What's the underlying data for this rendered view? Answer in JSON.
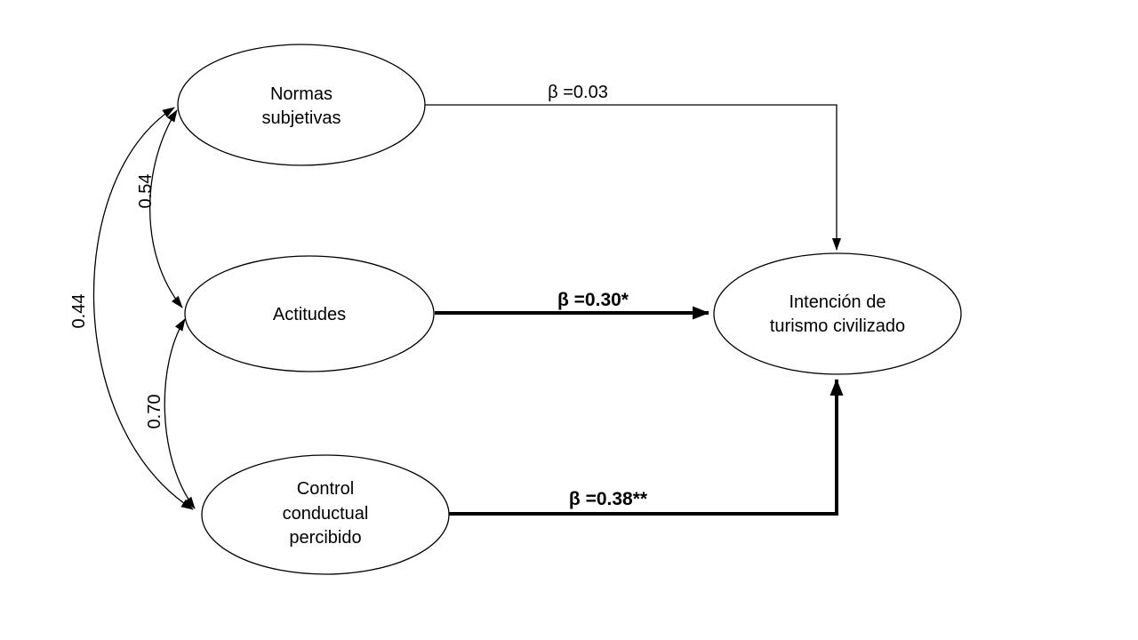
{
  "diagram": {
    "type": "sem-path-model",
    "nodes": [
      {
        "id": "normas-subjetivas",
        "label_lines": [
          "Normas",
          "subjetivas"
        ]
      },
      {
        "id": "actitudes",
        "label_lines": [
          "Actitudes"
        ]
      },
      {
        "id": "control-conductual-percibido",
        "label_lines": [
          "Control",
          "conductual",
          "percibido"
        ]
      },
      {
        "id": "intencion-turismo-civilizado",
        "label_lines": [
          "Intención de",
          "turismo civilizado"
        ]
      }
    ],
    "paths": [
      {
        "from": "normas-subjetivas",
        "to": "intencion-turismo-civilizado",
        "label": "β =0.03",
        "emphasis": "thin"
      },
      {
        "from": "actitudes",
        "to": "intencion-turismo-civilizado",
        "label": "β =0.30*",
        "emphasis": "bold"
      },
      {
        "from": "control-conductual-percibido",
        "to": "intencion-turismo-civilizado",
        "label": "β =0.38**",
        "emphasis": "bold"
      }
    ],
    "correlations": [
      {
        "between": "normas-subjetivas / actitudes",
        "value": "0.54"
      },
      {
        "between": "actitudes / control-conductual-percibido",
        "value": "0.70"
      },
      {
        "between": "normas-subjetivas / control-conductual-percibido",
        "value": "0.44"
      }
    ],
    "colors": {
      "ink": "#000000",
      "background": "#ffffff"
    }
  }
}
